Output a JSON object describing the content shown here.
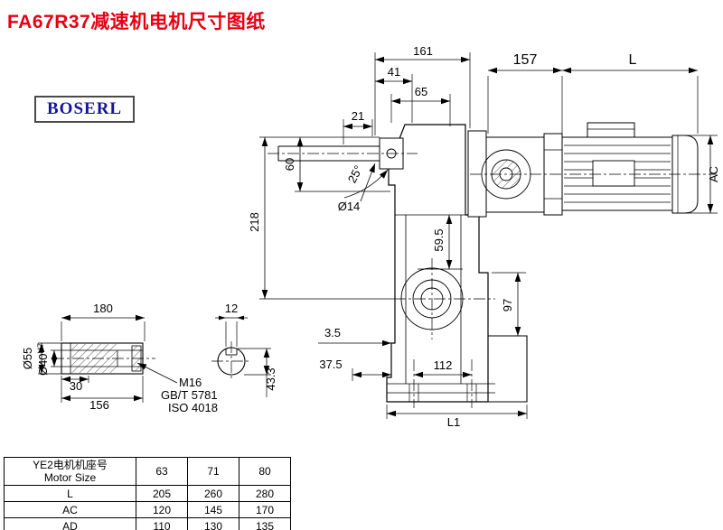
{
  "page": {
    "title": "FA67R37减速机电机尺寸图纸",
    "brand": "BOSERL"
  },
  "main_view": {
    "dim_161": "161",
    "dim_41": "41",
    "dim_65": "65",
    "dim_21": "21",
    "dim_60": "60",
    "dim_218": "218",
    "dim_shaft_dia": "Ø14",
    "dim_angle": "25°",
    "dim_157": "157",
    "dim_L": "L",
    "dim_AC": "AC",
    "dim_59_5": "59.5",
    "dim_97": "97",
    "dim_3_5": "3.5",
    "dim_37_5": "37.5",
    "dim_112": "112",
    "dim_L1": "L1"
  },
  "shaft_view": {
    "dim_180": "180",
    "dim_12": "12",
    "dim_dia55": "Ø55",
    "dim_dia40": "Ø40",
    "dim_dia40_tol": "H7",
    "dim_30": "30",
    "dim_156": "156",
    "note_m16": "M16",
    "note_gbt": "GB/T 5781",
    "note_iso": "ISO 4018",
    "dim_43_3": "43.3"
  },
  "table": {
    "header": {
      "line1": "YE2电机机座号",
      "line2": "Motor Size"
    },
    "sizes": [
      "63",
      "71",
      "80"
    ],
    "rows": [
      {
        "label": "L",
        "values": [
          "205",
          "260",
          "280"
        ]
      },
      {
        "label": "AC",
        "values": [
          "120",
          "145",
          "170"
        ]
      },
      {
        "label": "AD",
        "values": [
          "110",
          "130",
          "135"
        ]
      }
    ]
  }
}
